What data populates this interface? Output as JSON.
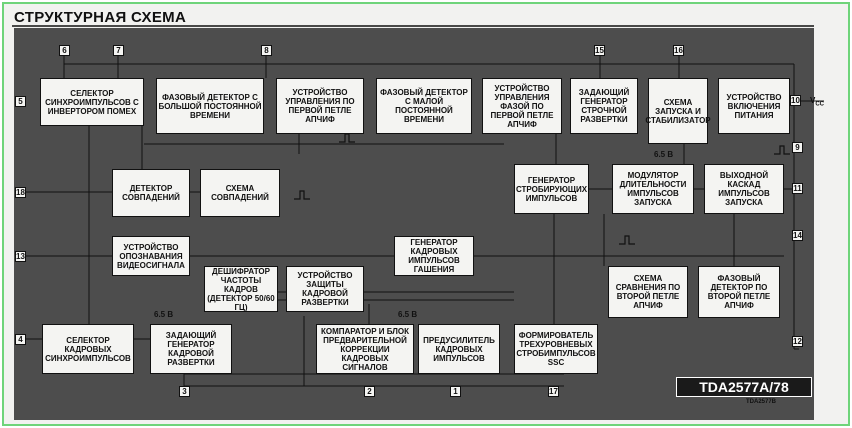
{
  "title": "СТРУКТУРНАЯ СХЕМА",
  "chip_name": "TDA2577A/78",
  "footnote": "TDA2577B",
  "blocks": {
    "sync_selector": "СЕЛЕКТОР СИНХРОИМПУЛЬСОВ С ИНВЕРТОРОМ ПОМЕХ",
    "phase_det_large": "ФАЗОВЫЙ ДЕТЕКТОР С БОЛЬШОЙ ПОСТОЯННОЙ ВРЕМЕНИ",
    "ctrl_first_pll": "УСТРОЙСТВО УПРАВЛЕНИЯ ПО ПЕРВОЙ ПЕТЛЕ АПЧиФ",
    "phase_det_small": "ФАЗОВЫЙ ДЕТЕКТОР С МАЛОЙ ПОСТОЯННОЙ ВРЕМЕНИ",
    "phase_ctrl_first": "УСТРОЙСТВО УПРАВЛЕНИЯ ФАЗОЙ ПО ПЕРВОЙ ПЕТЛЕ АПЧиФ",
    "line_osc": "ЗАДАЮЩИЙ ГЕНЕРАТОР СТРОЧНОЙ РАЗВЕРТКИ",
    "start_stab": "СХЕМА ЗАПУСКА И СТАБИЛИЗАТОР",
    "power_on": "УСТРОЙСТВО ВКЛЮЧЕНИЯ ПИТАНИЯ",
    "coinc_det": "ДЕТЕКТОР СОВПАДЕНИЙ",
    "coinc_circ": "СХЕМА СОВПАДЕНИЙ",
    "pulse_gen": "ГЕНЕРАТОР СТРОБИРУЮЩИХ ИМПУЛЬСОВ",
    "pwm": "МОДУЛЯТОР ДЛИТЕЛЬНОСТИ ИМПУЛЬСОВ ЗАПУСКА",
    "out_stage": "ВЫХОДНОЙ КАСКАД ИМПУЛЬСОВ ЗАПУСКА",
    "video_ident": "УСТРОЙСТВО ОПОЗНАВАНИЯ ВИДЕОСИГНАЛА",
    "blank_gen": "ГЕНЕРАТОР КАДРОВЫХ ИМПУЛЬСОВ ГАШЕНИЯ",
    "freq_decoder": "ДЕШИФРАТОР ЧАСТОТЫ КАДРОВ (ДЕТЕКТОР 50/60 Гц)",
    "frame_protect": "УСТРОЙСТВО ЗАЩИТЫ КАДРОВОЙ РАЗВЕРТКИ",
    "compare_second": "СХЕМА СРАВНЕНИЯ ПО ВТОРОЙ ПЕТЛЕ АПЧиФ",
    "phase_det_second": "ФАЗОВЫЙ ДЕТЕКТОР ПО ВТОРОЙ ПЕТЛЕ АПЧиФ",
    "frame_sync_sel": "СЕЛЕКТОР КАДРОВЫХ СИНХРОИМПУЛЬСОВ",
    "frame_osc": "ЗАДАЮЩИЙ ГЕНЕРАТОР КАДРОВОЙ РАЗВЕРТКИ",
    "comparator": "КОМПАРАТОР И БЛОК ПРЕДВАРИТЕЛЬНОЙ КОРРЕКЦИИ КАДРОВЫХ СИГНАЛОВ",
    "preamp": "ПРЕДУСИЛИТЕЛЬ КАДРОВЫХ ИМПУЛЬСОВ",
    "sandcastle": "ФОРМИРОВАТЕЛЬ ТРЕХУРОВНЕВЫХ СТРОБИМПУЛЬСОВ SSC"
  },
  "pins": {
    "p6": "6",
    "p7": "7",
    "p8": "8",
    "p15": "15",
    "p16": "16",
    "p10": "10",
    "p5": "5",
    "p18": "18",
    "p13": "13",
    "p4": "4",
    "p9": "9",
    "p11": "11",
    "p14": "14",
    "p12": "12",
    "p3": "3",
    "p2": "2",
    "p1": "1",
    "p17": "17"
  },
  "labels": {
    "vcc": "V",
    "vcc_sub": "CC",
    "v65_a": "6.5 В",
    "v65_b": "6.5 В",
    "v65_c": "6.5 В"
  },
  "colors": {
    "frame_border": "#6fd47a",
    "panel": "#4d4d4d",
    "block_fill": "#f4f4f2"
  }
}
